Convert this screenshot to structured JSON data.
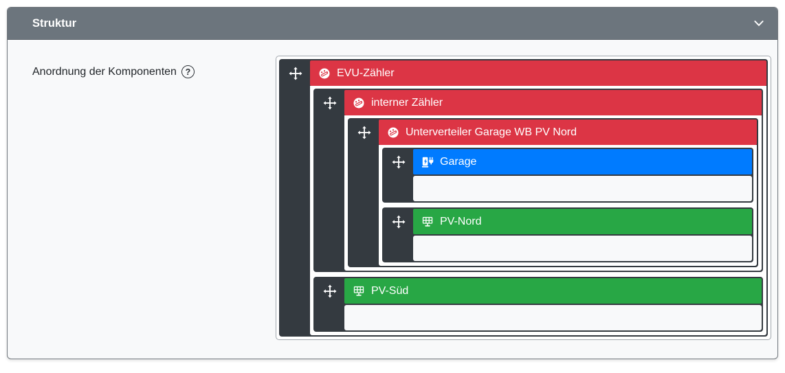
{
  "panel": {
    "title": "Struktur"
  },
  "form": {
    "label": "Anordnung der Komponenten",
    "help_glyph": "?"
  },
  "colors": {
    "header_bg": "#6c757d",
    "node_frame": "#343a40",
    "meter_red": "#dc3545",
    "chargepoint_blue": "#007bff",
    "pv_green": "#28a745",
    "body_bg": "#f8f9fa"
  },
  "tree": [
    {
      "label": "EVU-Zähler",
      "icon": "gauge-icon",
      "color": "#dc3545",
      "children": [
        {
          "label": "interner Zähler",
          "icon": "gauge-icon",
          "color": "#dc3545",
          "children": [
            {
              "label": "Unterverteiler Garage WB PV Nord",
              "icon": "gauge-icon",
              "color": "#dc3545",
              "children": [
                {
                  "label": "Garage",
                  "icon": "charging-station-icon",
                  "color": "#007bff",
                  "children": []
                },
                {
                  "label": "PV-Nord",
                  "icon": "solar-panel-icon",
                  "color": "#28a745",
                  "children": []
                }
              ]
            }
          ]
        },
        {
          "label": "PV-Süd",
          "icon": "solar-panel-icon",
          "color": "#28a745",
          "children": []
        }
      ]
    }
  ]
}
